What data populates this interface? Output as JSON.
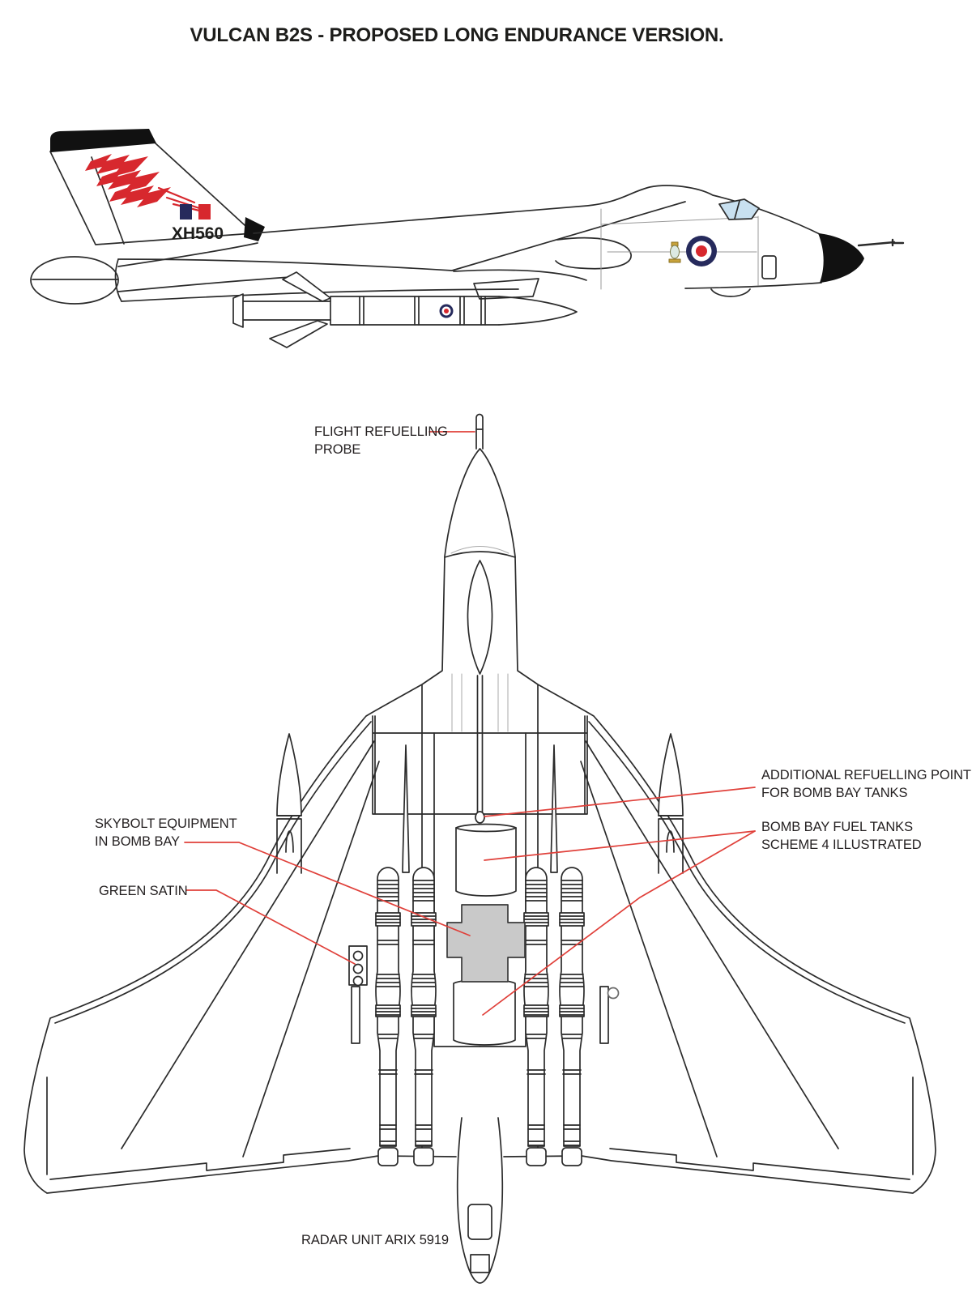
{
  "title": "VULCAN B2S - PROPOSED LONG ENDURANCE VERSION.",
  "side_view": {
    "tail_code": "XH560"
  },
  "labels": {
    "flight_refuelling_probe": "FLIGHT REFUELLING\nPROBE",
    "additional_refuelling_point": "ADDITIONAL REFUELLING POINT\nFOR BOMB BAY TANKS",
    "bomb_bay_fuel_tanks": "BOMB BAY FUEL TANKS\nSCHEME 4 ILLUSTRATED",
    "skybolt_equipment": "SKYBOLT EQUIPMENT\nIN BOMB BAY",
    "green_satin": "GREEN SATIN",
    "radar_unit": "RADAR UNIT ARIX 5919"
  },
  "colors": {
    "ink": "#2b2b2b",
    "leader_red": "#e0403a",
    "lightning_red": "#d7282e",
    "roundel_navy": "#262a5c",
    "roundel_red": "#d7282e",
    "flag_navy": "#262a5c",
    "flag_red": "#d7282e",
    "equipment_gray": "#c9c9c9",
    "canopy_blue": "#c8e0f0",
    "fin_cap_black": "#111111"
  }
}
